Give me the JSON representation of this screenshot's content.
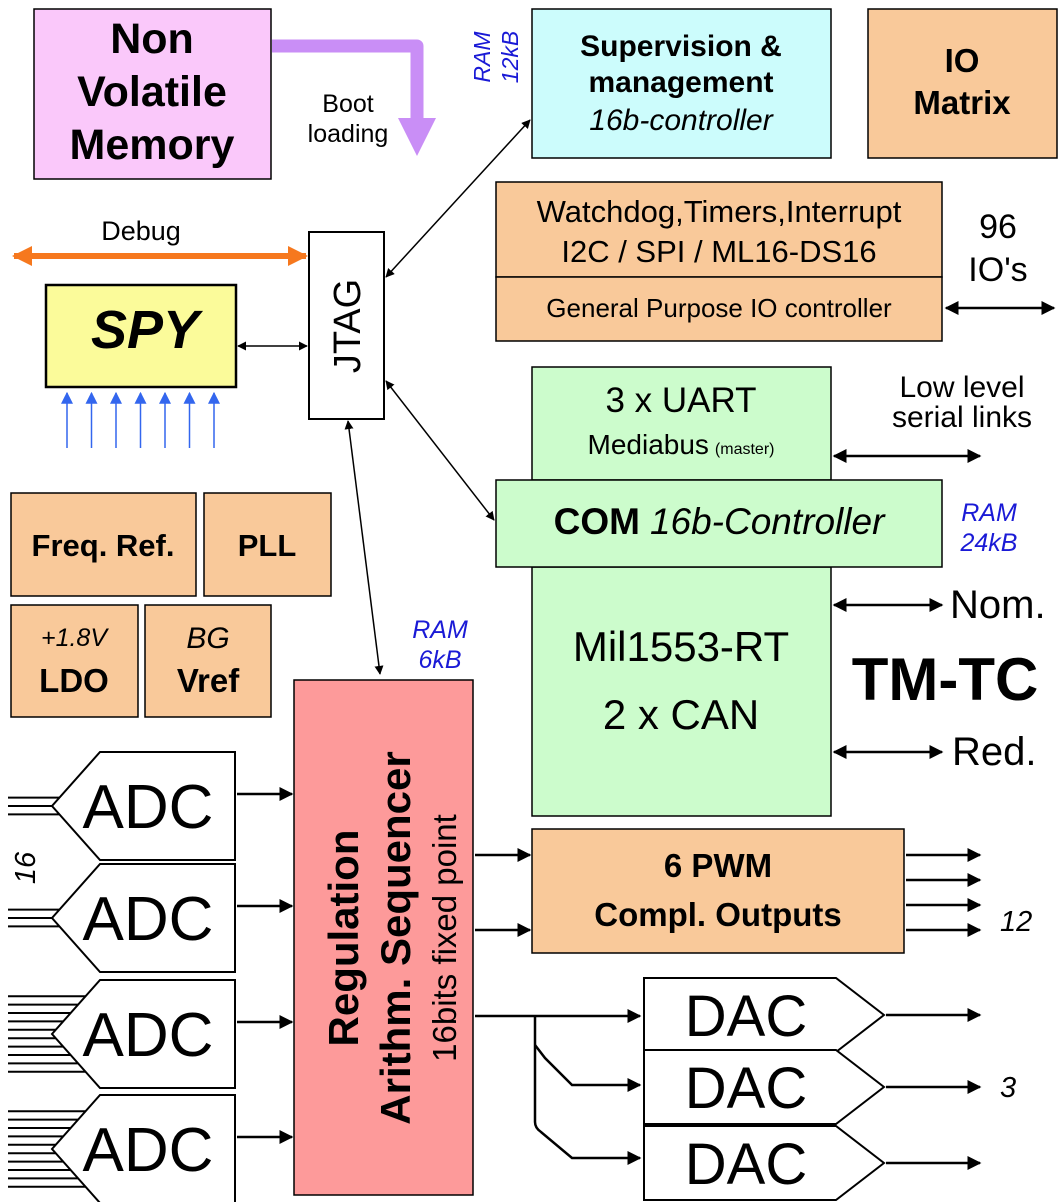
{
  "colors": {
    "pink": "#fac8fa",
    "cyan": "#ccfcfc",
    "orange": "#f9c99a",
    "yellow": "#fbfb9a",
    "green": "#ccfccc",
    "red": "#fd9a9a",
    "purple": "#c98ef6",
    "debug_arrow": "#f6781e",
    "probe_blue": "#3366ee",
    "ram_blue": "#1a1ad6"
  },
  "nvm": {
    "line1": "Non",
    "line2": "Volatile",
    "line3": "Memory"
  },
  "boot": {
    "line1": "Boot",
    "line2": "loading"
  },
  "supervision": {
    "ram_line1": "RAM",
    "ram_line2": "12kB",
    "line1": "Supervision &",
    "line2": "management",
    "line3": "16b-controller"
  },
  "io_matrix": {
    "line1": "IO",
    "line2": "Matrix"
  },
  "debug": {
    "label": "Debug"
  },
  "jtag": {
    "label": "JTAG"
  },
  "spy": {
    "label": "SPY",
    "probe_count": 7
  },
  "peripherals": {
    "line1": "Watchdog,Timers,Interrupt",
    "line2": "I2C / SPI / ML16-DS16",
    "gpio": "General Purpose IO controller"
  },
  "ios": {
    "line1": "96",
    "line2": "IO's"
  },
  "uart": {
    "line1": "3 x UART",
    "line2": "Mediabus",
    "line2_small": "(master)"
  },
  "low_level": {
    "line1": "Low level",
    "line2": "serial links"
  },
  "com": {
    "bold": "COM",
    "italic": "16b-Controller",
    "ram_line1": "RAM",
    "ram_line2": "24kB"
  },
  "mil": {
    "line1": "Mil1553-RT",
    "line2": "2 x CAN"
  },
  "tmtc": {
    "label": "TM-TC",
    "nom": "Nom.",
    "red": "Red."
  },
  "freq_ref": {
    "label": "Freq. Ref."
  },
  "pll": {
    "label": "PLL"
  },
  "ldo": {
    "line1": "+1.8V",
    "line2": "LDO"
  },
  "bg": {
    "line1": "BG",
    "line2": "Vref"
  },
  "regulation": {
    "ram_line1": "RAM",
    "ram_line2": "6kB",
    "line1": "Regulation",
    "line2": "Arithm. Sequencer",
    "line3": "16bits fixed point"
  },
  "adc": {
    "label": "ADC",
    "count_label": "16"
  },
  "pwm": {
    "line1": "6 PWM",
    "line2": "Compl. Outputs",
    "count_label": "12"
  },
  "dac": {
    "label": "DAC",
    "count_label": "3"
  }
}
